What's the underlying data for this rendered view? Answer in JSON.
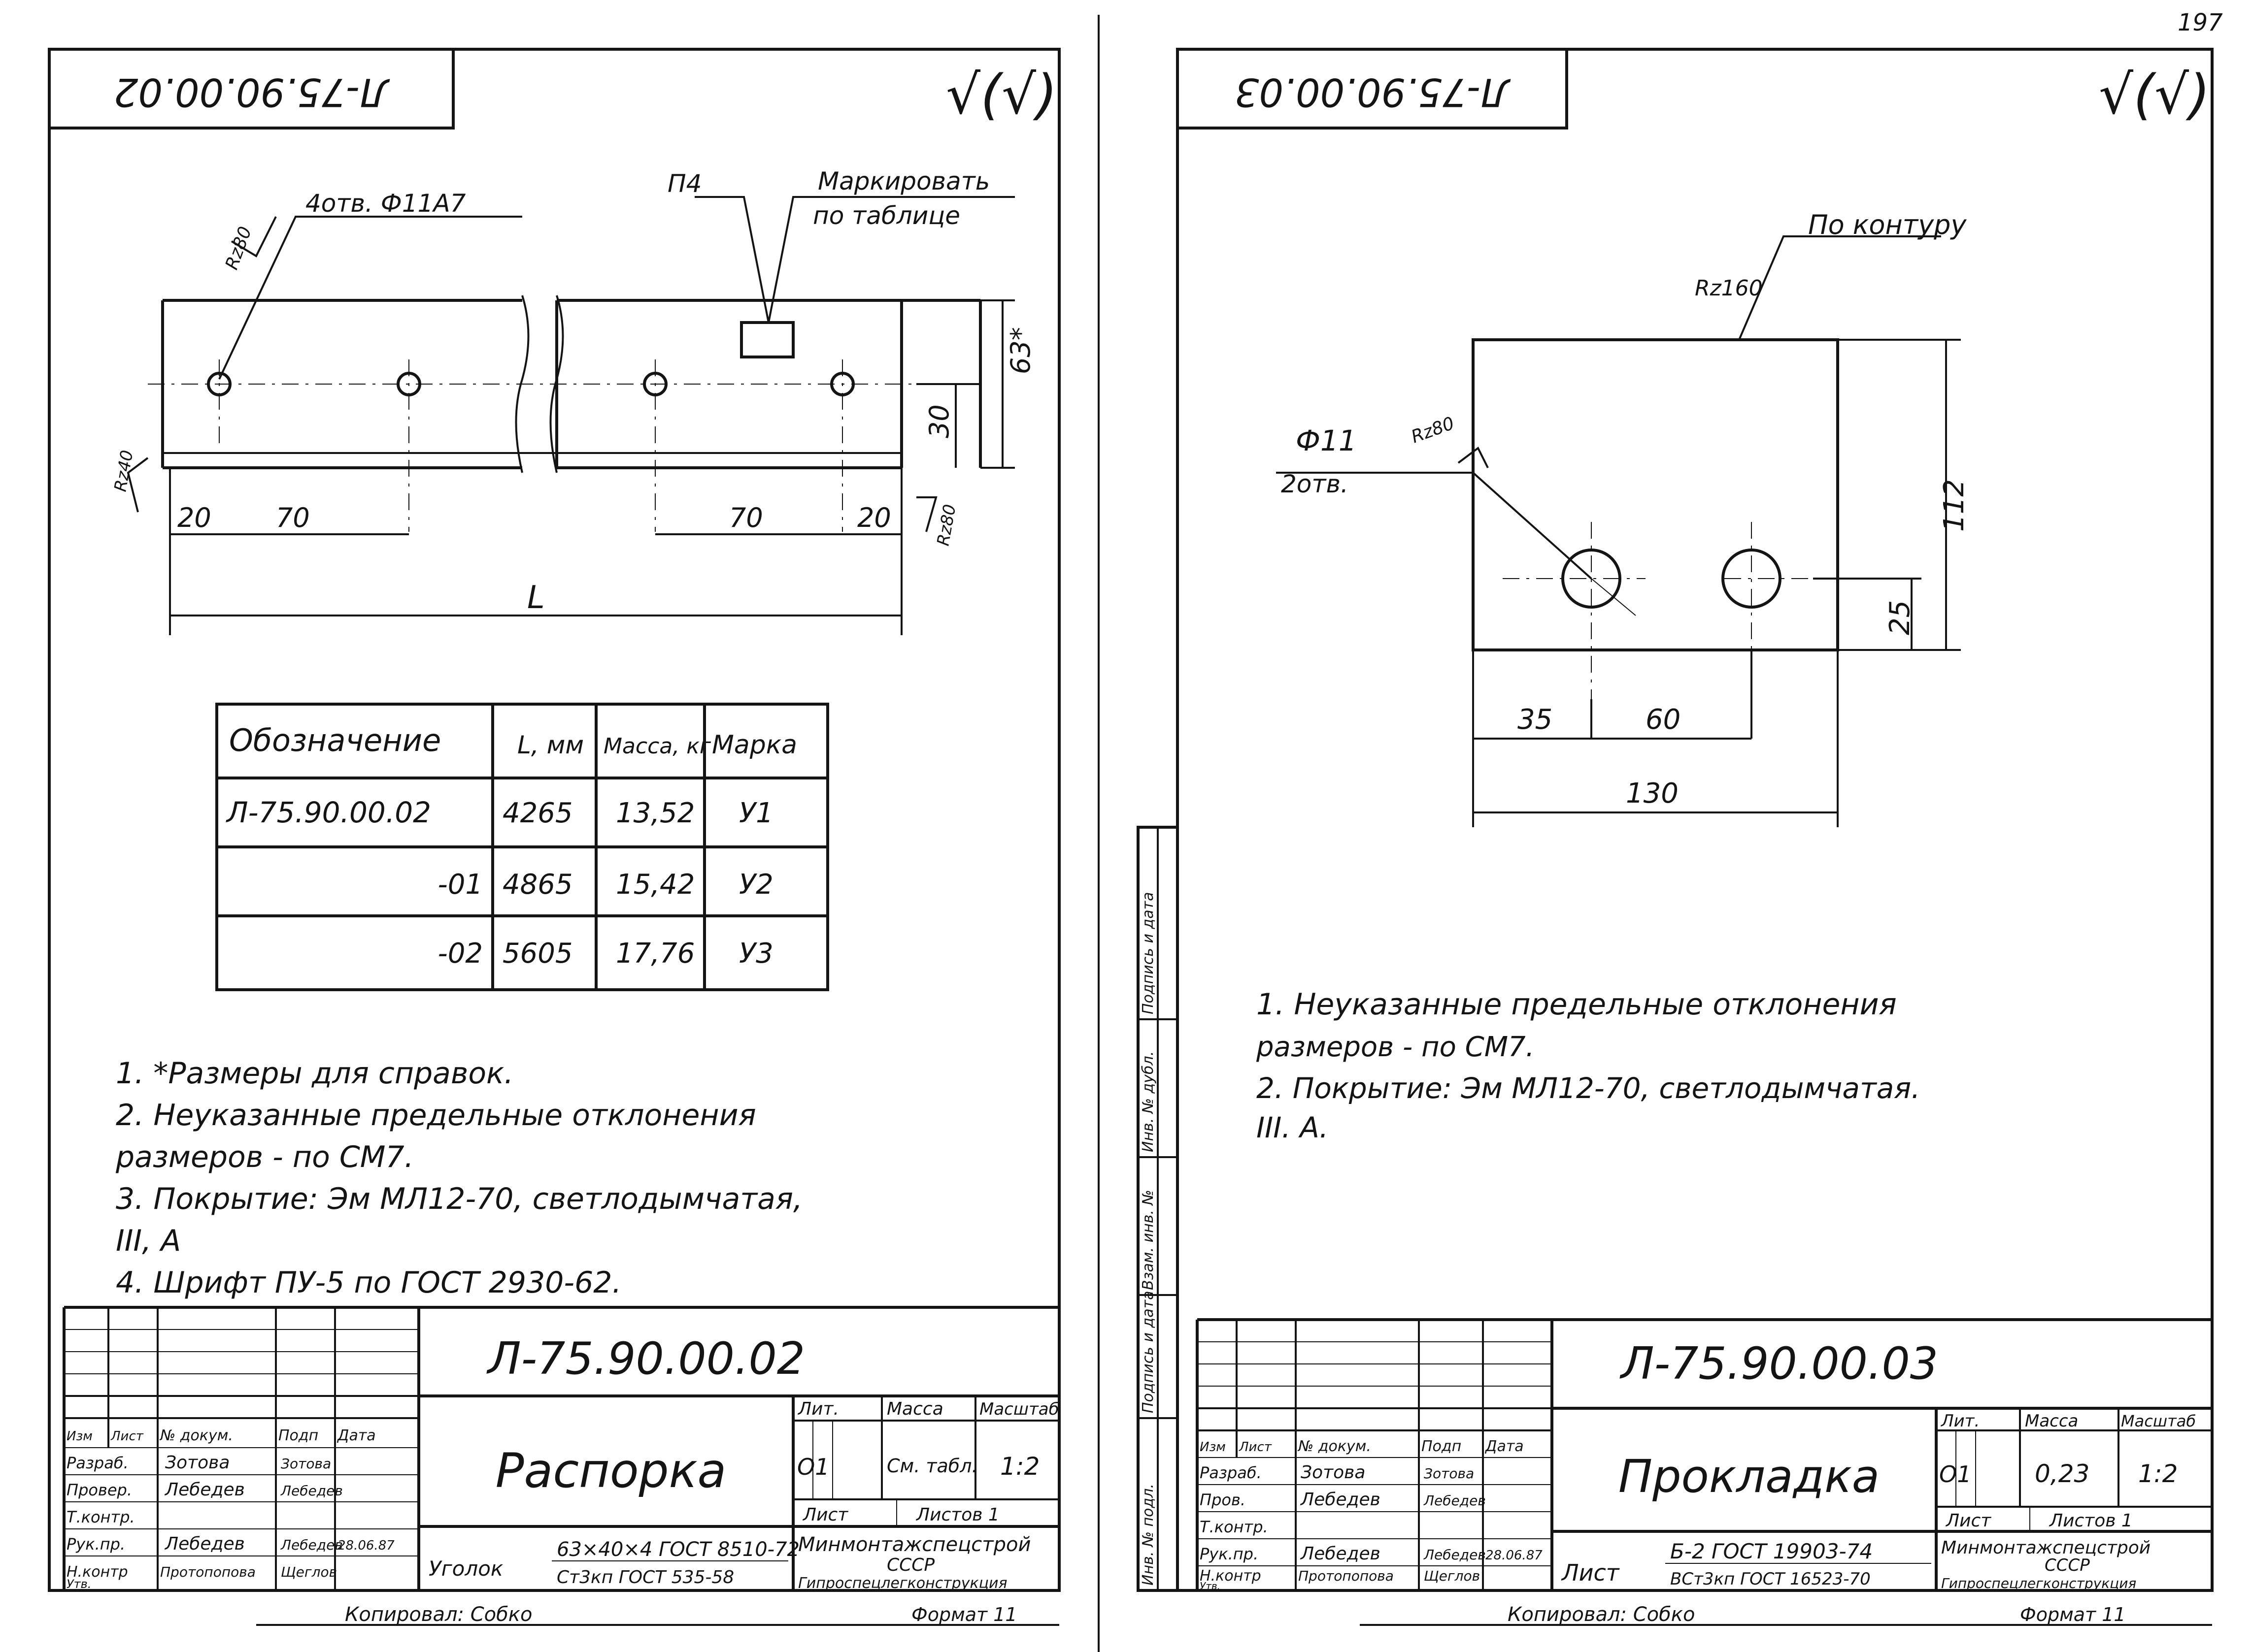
{
  "page": {
    "corner_number": "197"
  },
  "left": {
    "stamp_code": "Л-75.90.00.02",
    "roughness": "√(√)",
    "callout_holes": "4отв. Ф11А7",
    "callout_rz": "Rz80",
    "callout_p4": "П4",
    "callout_mark": [
      "Маркировать",
      "по таблице"
    ],
    "dims": {
      "d63": "63*",
      "d30": "30",
      "d20a": "20",
      "d70a": "70",
      "d70b": "70",
      "d20b": "20",
      "dL": "L",
      "rz_left": "Rz40",
      "rz_right": "Rz80"
    },
    "table": {
      "headers": [
        "Обозначение",
        "L, мм",
        "Масса, кг",
        "Марка"
      ],
      "rows": [
        [
          "Л-75.90.00.02",
          "4265",
          "13,52",
          "У1"
        ],
        [
          "-01",
          "4865",
          "15,42",
          "У2"
        ],
        [
          "-02",
          "5605",
          "17,76",
          "У3"
        ]
      ]
    },
    "notes": [
      "1. *Размеры для справок.",
      "2. Неуказанные предельные отклонения",
      "размеров - по СМ7.",
      "3. Покрытие: Эм МЛ12-70, светлодымчатая,",
      "III, А",
      "4. Шрифт ПУ-5 по ГОСТ 2930-62."
    ],
    "title_block": {
      "code": "Л-75.90.00.02",
      "name": "Распорка",
      "header_cells": [
        "Изм",
        "Лист",
        "№ докум.",
        "Подп",
        "Дата"
      ],
      "roles": [
        "Разраб.",
        "Провер.",
        "Т.контр.",
        "Рук.пр.",
        "Н.контр",
        "Утв."
      ],
      "people": [
        "Зотова",
        "Лебедев",
        "",
        "Лебедев",
        "Протопопова",
        ""
      ],
      "signatures": [
        "Зотова",
        "Лебедев",
        "",
        "Лебедев",
        "Щеглов",
        ""
      ],
      "dates": [
        "",
        "",
        "",
        "28.06.87",
        "",
        ""
      ],
      "lit_label": "Лит.",
      "mass_label": "Масса",
      "scale_label": "Масштаб",
      "lit_value": "О1",
      "mass_value": "См. табл.",
      "scale_value": "1:2",
      "sheet_label": "Лист",
      "sheets_label": "Листов 1",
      "material_prefix": "Уголок",
      "material_top": "63×40×4 ГОСТ 8510-72",
      "material_bottom": "Ст3кп ГОСТ 535-58",
      "org_1": "Минмонтажспецстрой",
      "org_2": "СССР",
      "org_3": "Гипроспецлегконструкция",
      "copied": "Копировал: Собко",
      "format": "Формат 11"
    }
  },
  "right": {
    "stamp_code": "Л-75.90.00.03",
    "roughness": "√(√)",
    "callout_contour": "По контуру",
    "callout_r160": "Rz160",
    "callout_hole": "Ф11",
    "callout_hole_count": "2отв.",
    "callout_rz": "Rz80",
    "dims": {
      "d112": "112",
      "d25": "25",
      "d35": "35",
      "d60": "60",
      "d130": "130"
    },
    "notes": [
      "1. Неуказанные предельные отклонения",
      "размеров - по СМ7.",
      "2. Покрытие: Эм МЛ12-70, светлодымчатая.",
      "III. А."
    ],
    "side_labels": [
      "Подпись и дата",
      "Инв. № дубл.",
      "Взам. инв. №",
      "Подпись и дата",
      "Инв. № подл."
    ],
    "title_block": {
      "code": "Л-75.90.00.03",
      "name": "Прокладка",
      "header_cells": [
        "Изм",
        "Лист",
        "№ докум.",
        "Подп",
        "Дата"
      ],
      "roles": [
        "Разраб.",
        "Пров.",
        "Т.контр.",
        "Рук.пр.",
        "Н.контр",
        "Утв."
      ],
      "people": [
        "Зотова",
        "Лебедев",
        "",
        "Лебедев",
        "Протопопова",
        ""
      ],
      "signatures": [
        "Зотова",
        "Лебедев",
        "",
        "Лебедев",
        "Щеглов",
        ""
      ],
      "dates": [
        "",
        "",
        "",
        "28.06.87",
        "",
        ""
      ],
      "lit_label": "Лит.",
      "mass_label": "Масса",
      "scale_label": "Масштаб",
      "lit_value": "О1",
      "mass_value": "0,23",
      "scale_value": "1:2",
      "sheet_label": "Лист",
      "sheets_label": "Листов 1",
      "material_prefix": "Лист",
      "material_top": "Б-2 ГОСТ 19903-74",
      "material_bottom": "ВСт3кп ГОСТ 16523-70",
      "org_1": "Минмонтажспецстрой",
      "org_2": "СССР",
      "org_3": "Гипроспецлегконструкция",
      "copied": "Копировал: Собко",
      "format": "Формат 11"
    }
  }
}
